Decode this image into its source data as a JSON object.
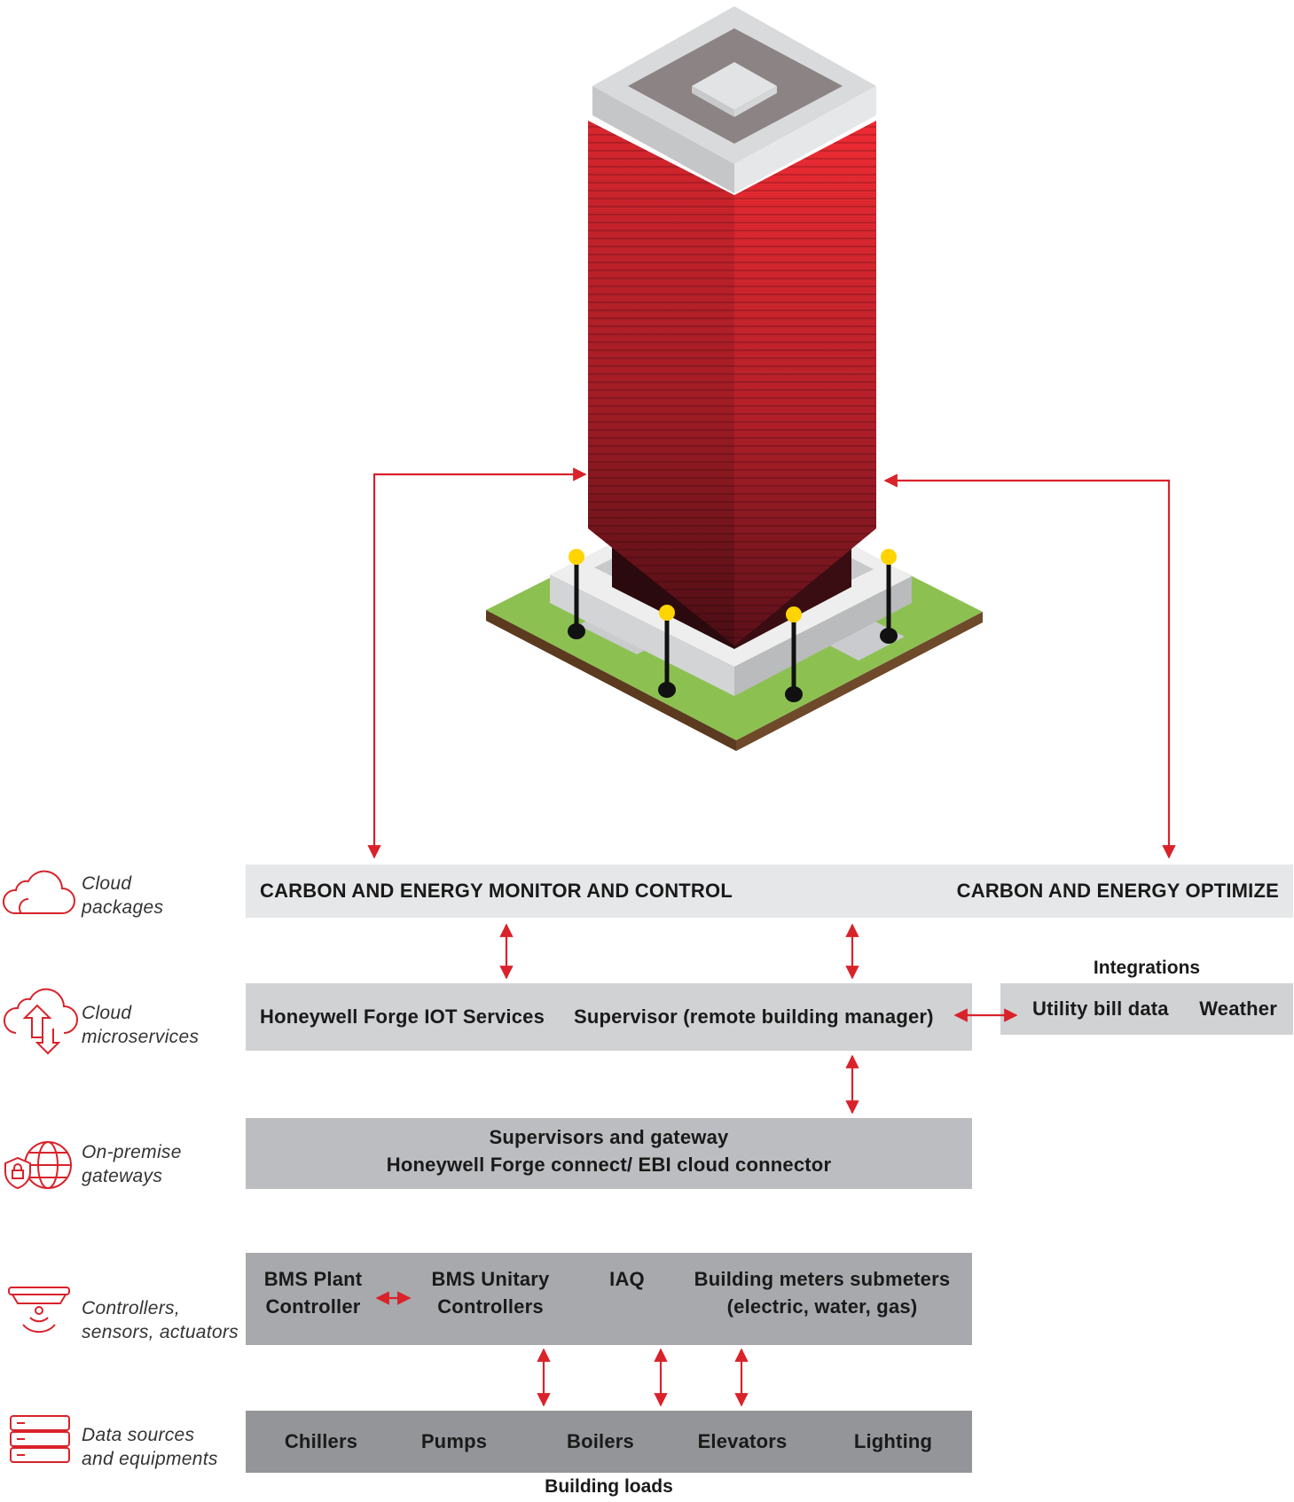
{
  "side_labels": [
    {
      "line1": "Cloud",
      "line2": "packages",
      "icon": "cloud-icon"
    },
    {
      "line1": "Cloud",
      "line2": "microservices",
      "icon": "cloud-transfer-icon"
    },
    {
      "line1": "On-premise",
      "line2": "gateways",
      "icon": "secure-globe-icon"
    },
    {
      "line1": "Controllers,",
      "line2": "sensors, actuators",
      "icon": "sensor-icon"
    },
    {
      "line1": "Data sources",
      "line2": "and equipments",
      "icon": "server-icon"
    }
  ],
  "cloud_packages": {
    "left": "CARBON AND ENERGY MONITOR AND CONTROL",
    "right": "CARBON AND ENERGY OPTIMIZE"
  },
  "microservices": {
    "iot": "Honeywell Forge IOT Services",
    "supervisor": "Supervisor (remote building manager)"
  },
  "integrations": {
    "heading": "Integrations",
    "utility": "Utility bill data",
    "weather": "Weather"
  },
  "gateways": {
    "line1": "Supervisors and gateway",
    "line2": "Honeywell Forge connect/ EBI cloud connector"
  },
  "controllers": {
    "bms_plant_1": "BMS Plant",
    "bms_plant_2": "Controller",
    "bms_unitary_1": "BMS Unitary",
    "bms_unitary_2": "Controllers",
    "iaq": "IAQ",
    "meters_1": "Building meters submeters",
    "meters_2": "(electric, water, gas)"
  },
  "equipment": {
    "chillers": "Chillers",
    "pumps": "Pumps",
    "boilers": "Boilers",
    "elevators": "Elevators",
    "lighting": "Lighting"
  },
  "building_loads": "Building loads",
  "colors": {
    "arrow": "#d9222a",
    "band_light": "#e6e7e8",
    "band_mid": "#d1d2d4",
    "band_dark": "#bcbdc0",
    "band_darker": "#a7a9ac",
    "band_darkest": "#939598",
    "icon_red": "#d9222a"
  }
}
